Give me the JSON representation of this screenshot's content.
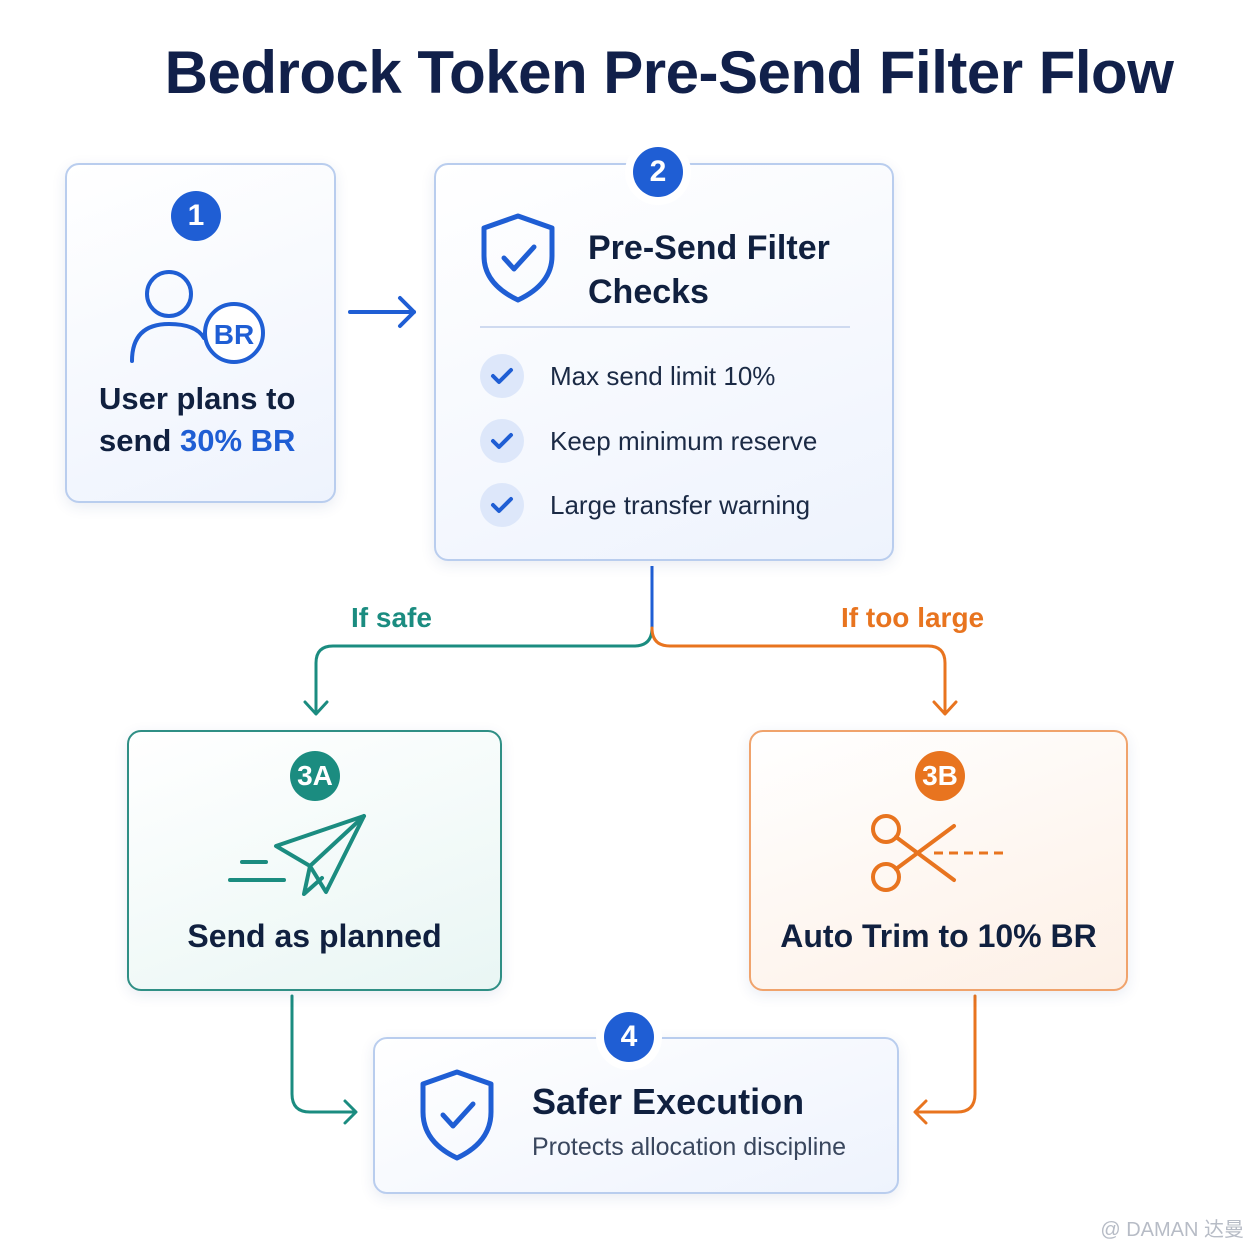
{
  "title": "Bedrock Token Pre-Send Filter Flow",
  "step1": {
    "badge": "1",
    "coin_label": "BR",
    "text_line1": "User plans to",
    "text_line2_prefix": "send ",
    "text_line2_highlight": "30% BR"
  },
  "step2": {
    "badge": "2",
    "title_line1": "Pre-Send Filter",
    "title_line2": "Checks",
    "checks": [
      {
        "label": "Max send limit 10%"
      },
      {
        "label": "Keep minimum reserve"
      },
      {
        "label": "Large transfer warning"
      }
    ]
  },
  "branches": {
    "safe_label": "If safe",
    "too_large_label": "If too large"
  },
  "step3a": {
    "badge": "3A",
    "caption": "Send as planned"
  },
  "step3b": {
    "badge": "3B",
    "caption": "Auto Trim to 10% BR"
  },
  "step4": {
    "badge": "4",
    "title": "Safer Execution",
    "subtitle": "Protects allocation discipline"
  },
  "watermark": "@ DAMAN 达曼",
  "icons": {
    "step1": "user-coin-icon",
    "step2": "shield-check-icon",
    "check": "checkmark-icon",
    "step3a": "paper-plane-icon",
    "step3b": "scissors-icon",
    "step4": "shield-check-icon"
  },
  "colors": {
    "primary_blue": "#1f5ed4",
    "teal": "#1b8c80",
    "orange": "#e8741f",
    "title_navy": "#11204a"
  }
}
